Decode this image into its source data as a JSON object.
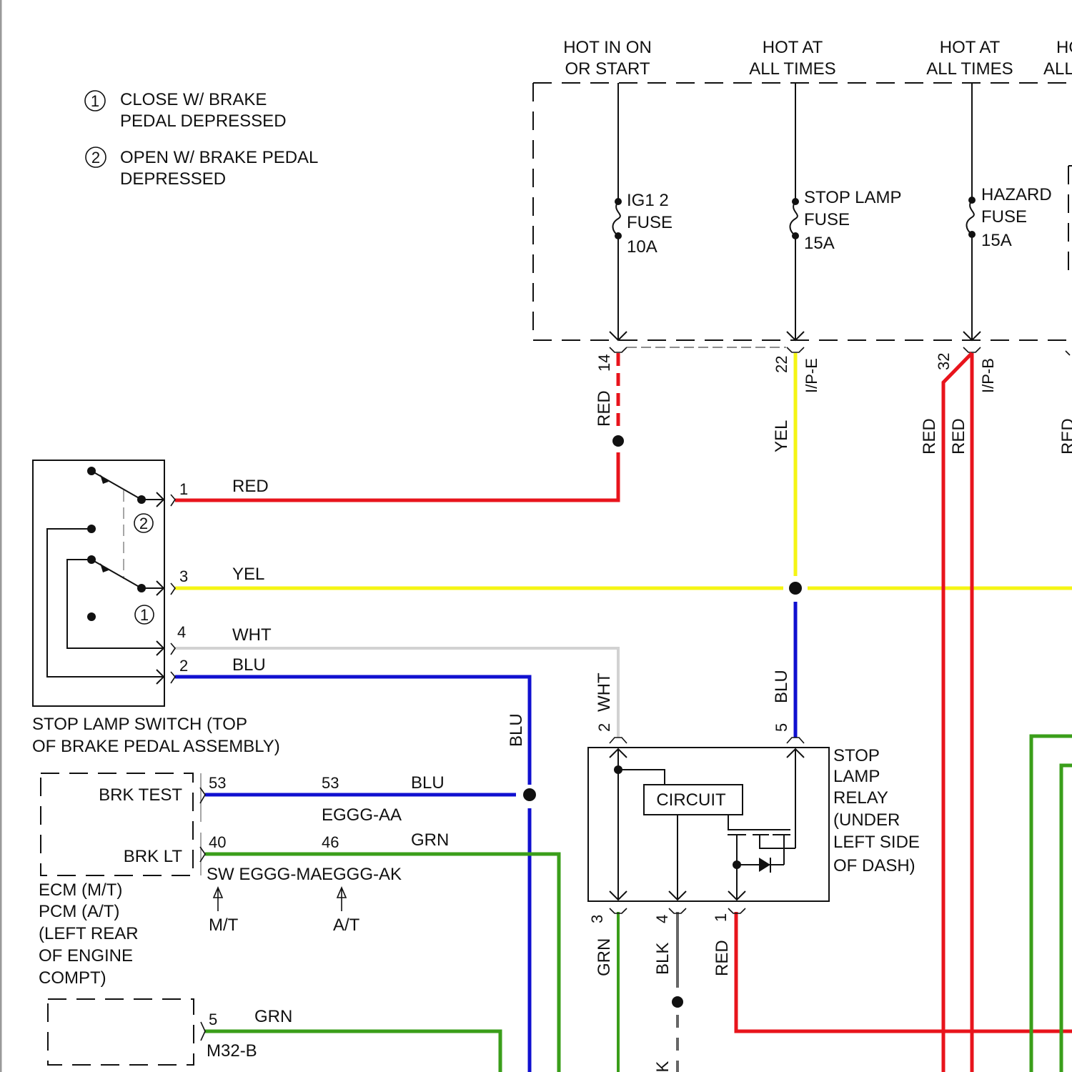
{
  "legend": {
    "items": [
      {
        "num": "1",
        "line1": "CLOSE W/ BRAKE",
        "line2": "PEDAL DEPRESSED"
      },
      {
        "num": "2",
        "line1": "OPEN W/ BRAKE PEDAL",
        "line2": "DEPRESSED"
      }
    ]
  },
  "power_sources": [
    {
      "line1": "HOT IN ON",
      "line2": "OR START",
      "fuse": [
        "IG1 2",
        "FUSE",
        "10A"
      ],
      "pin": "14",
      "connector": "",
      "wire": "RED"
    },
    {
      "line1": "HOT AT",
      "line2": "ALL TIMES",
      "fuse": [
        "STOP LAMP",
        "FUSE",
        "15A"
      ],
      "pin": "22",
      "connector": "I/P-E",
      "wire": "YEL"
    },
    {
      "line1": "HOT AT",
      "line2": "ALL TIMES",
      "fuse": [
        "HAZARD",
        "FUSE",
        "15A"
      ],
      "pin": "32",
      "connector": "I/P-B",
      "wire": "RED",
      "wire2": "RED"
    },
    {
      "line1": "HO",
      "line2": "ALL",
      "wire": "RED"
    }
  ],
  "stop_lamp_switch": {
    "name_line1": "STOP LAMP SWITCH (TOP",
    "name_line2": "OF BRAKE PEDAL ASSEMBLY)",
    "contact_1": "1",
    "contact_2": "2",
    "pins": [
      {
        "pin": "1",
        "wire": "RED"
      },
      {
        "pin": "3",
        "wire": "YEL"
      },
      {
        "pin": "4",
        "wire": "WHT"
      },
      {
        "pin": "2",
        "wire": "BLU"
      }
    ]
  },
  "ecm": {
    "brk_test": "BRK TEST",
    "brk_lt": "BRK LT",
    "pin_test_mt": "53",
    "pin_test_at": "53",
    "test_wire": "BLU",
    "test_connector": "EGGG-AA",
    "pin_lt_mt": "40",
    "pin_lt_at": "46",
    "lt_wire": "GRN",
    "lt_connector_mt": "SW EGGG-MA",
    "lt_connector_at": "EGGG-AK",
    "arrow_mt": "M/T",
    "arrow_at": "A/T",
    "name_lines": [
      "ECM  (M/T)",
      "PCM  (A/T)",
      "(LEFT REAR",
      "OF ENGINE",
      "COMPT)"
    ]
  },
  "lower_module": {
    "pin": "5",
    "wire": "GRN",
    "connector": "M32-B"
  },
  "relay": {
    "circuit_label": "CIRCUIT",
    "name_lines": [
      "STOP",
      "LAMP",
      "RELAY",
      "(UNDER",
      "LEFT SIDE",
      "OF DASH)"
    ],
    "top_pins": [
      {
        "pin": "2",
        "wire": "WHT"
      },
      {
        "pin": "5",
        "wire": "BLU"
      }
    ],
    "bottom_pins": [
      {
        "pin": "3",
        "wire": "GRN"
      },
      {
        "pin": "4",
        "wire": "BLK"
      },
      {
        "pin": "1",
        "wire": "RED"
      }
    ],
    "blk_continuation": "BLK"
  },
  "blu_vertical_label": "BLU",
  "wire_colors": {
    "RED": "#e8141c",
    "YEL": "#f5f514",
    "WHT": "#d2d2d2",
    "BLU": "#1010d0",
    "GRN": "#3a9e1a",
    "BLK": "#666666"
  }
}
